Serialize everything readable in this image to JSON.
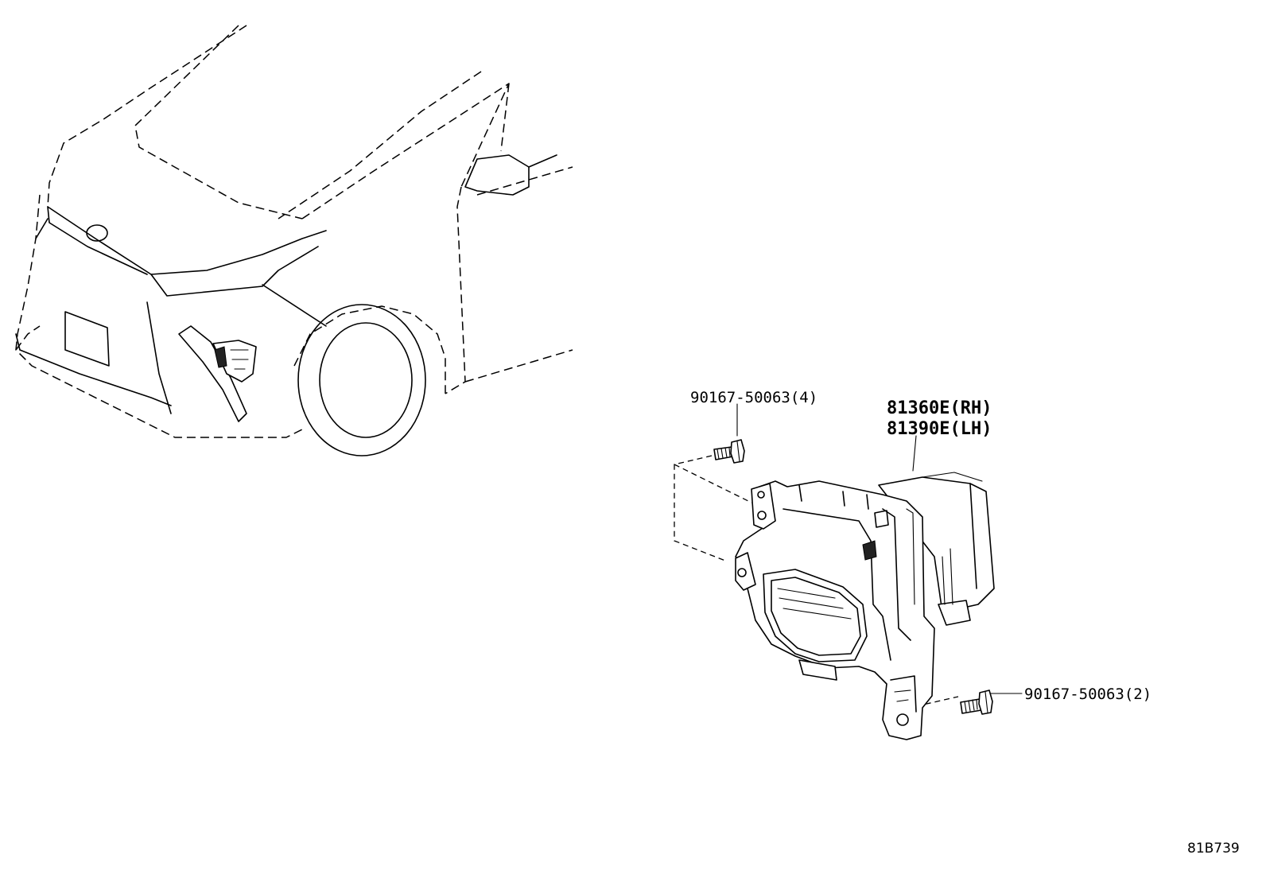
{
  "parts": {
    "bolt_upper": {
      "number": "90167-50063(4)"
    },
    "fog_lamp": {
      "number_rh": "81360E(RH)",
      "number_lh": "81390E(LH)"
    },
    "bolt_lower": {
      "number": "90167-50063(2)"
    }
  },
  "figure_ref": "81B739"
}
